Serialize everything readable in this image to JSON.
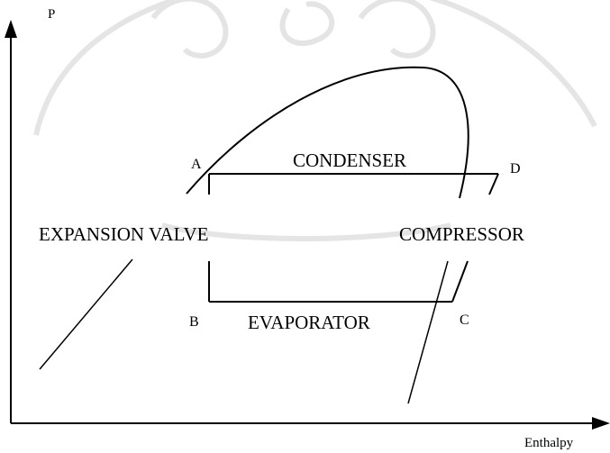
{
  "axes": {
    "y_label": "P",
    "x_label": "Enthalpy"
  },
  "points": {
    "a": "A",
    "b": "B",
    "c": "C",
    "d": "D"
  },
  "components": {
    "condenser": "CONDENSER",
    "evaporator": "EVAPORATOR",
    "expansion_valve": "EXPANSION VALVE",
    "compressor": "COMPRESSOR"
  },
  "colors": {
    "ink": "#000000",
    "watermark": "#8a8a8a"
  }
}
